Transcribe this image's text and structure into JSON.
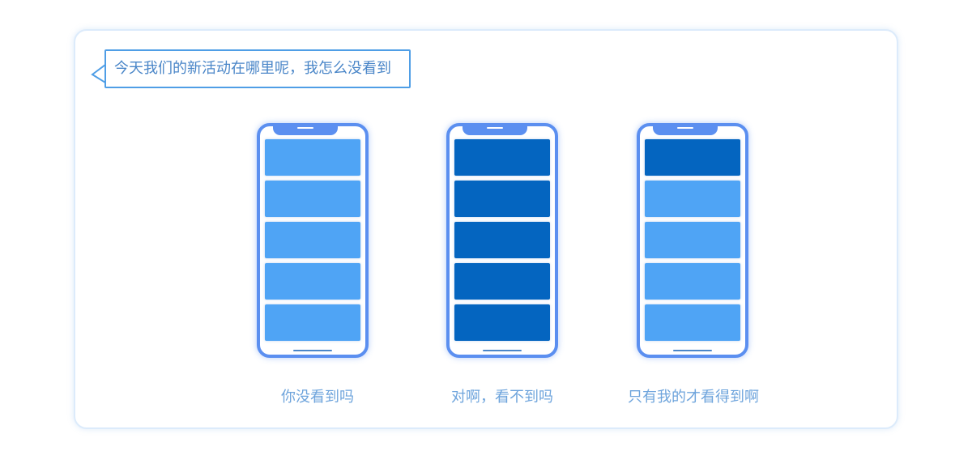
{
  "bubble": {
    "text": "今天我们的新活动在哪里呢，我怎么没看到"
  },
  "colors": {
    "phone_frame": "#5b8ff0",
    "block_light": "#4fa4f5",
    "block_dark": "#0465c0",
    "caption_text": "#6ea4dc"
  },
  "phones": [
    {
      "caption": "你没看到吗",
      "blocks": [
        "light",
        "light",
        "light",
        "light",
        "light"
      ]
    },
    {
      "caption": "对啊，看不到吗",
      "blocks": [
        "dark",
        "dark",
        "dark",
        "dark",
        "dark"
      ]
    },
    {
      "caption": "只有我的才看得到啊",
      "blocks": [
        "dark",
        "light",
        "light",
        "light",
        "light"
      ]
    }
  ]
}
